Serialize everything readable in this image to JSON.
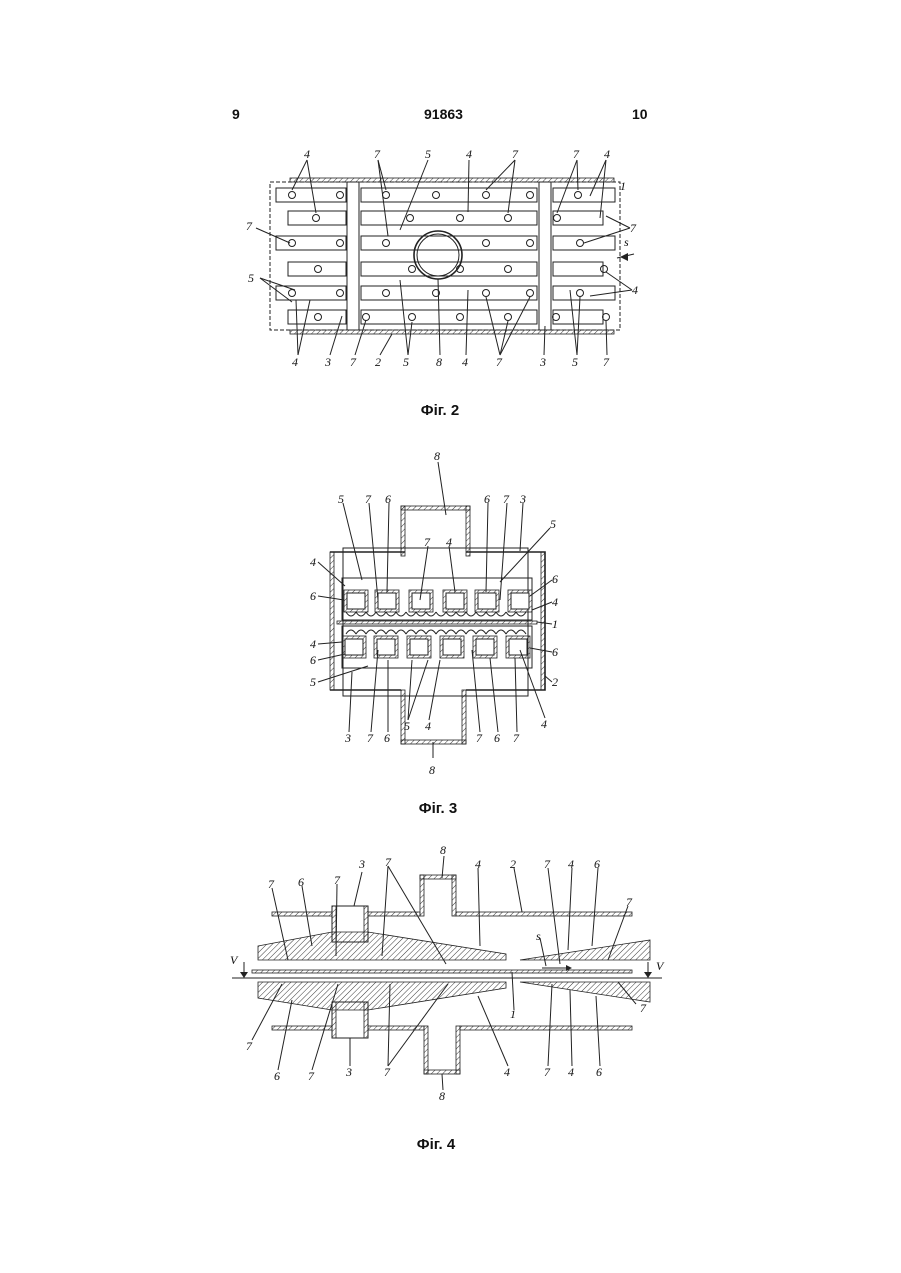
{
  "header": {
    "left_page": "9",
    "patent_number": "91863",
    "right_page": "10"
  },
  "figures": [
    {
      "caption": "Фіг. 2",
      "labels": [
        "4",
        "7",
        "5",
        "4",
        "7",
        "7",
        "4",
        "1",
        "7",
        "7",
        "s",
        "7",
        "5",
        "4",
        "4",
        "3",
        "7",
        "2",
        "5",
        "8",
        "4",
        "7",
        "3",
        "5",
        "7"
      ]
    },
    {
      "caption": "Фіг. 3",
      "labels": [
        "8",
        "5",
        "7",
        "6",
        "6",
        "7",
        "3",
        "5",
        "7",
        "4",
        "4",
        "6",
        "6",
        "4",
        "1",
        "4",
        "6",
        "6",
        "5",
        "2",
        "3",
        "7",
        "6",
        "5",
        "4",
        "7",
        "6",
        "7",
        "4",
        "8"
      ]
    },
    {
      "caption": "Фіг. 4",
      "labels": [
        "8",
        "7",
        "3",
        "7",
        "4",
        "2",
        "7",
        "4",
        "6",
        "7",
        "6",
        "7",
        "7",
        "s",
        "V",
        "V",
        "1",
        "7",
        "7",
        "6",
        "7",
        "3",
        "7",
        "4",
        "7",
        "4",
        "6",
        "8"
      ]
    }
  ]
}
